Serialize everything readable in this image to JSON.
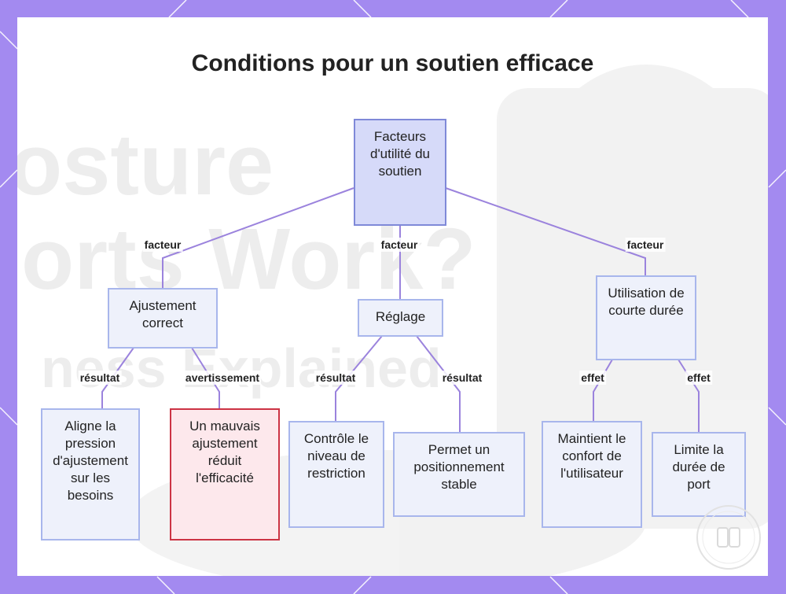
{
  "title": "Conditions pour un soutien efficace",
  "colors": {
    "frame": "#a38af0",
    "edge": "#9b83dd",
    "warning_border": "#cc3344"
  },
  "background_text": {
    "line1": "osture",
    "line2": "orts Work?",
    "line3": "ness Explained"
  },
  "nodes": {
    "root": "Facteurs d'utilité du soutien",
    "ajustement": "Ajustement correct",
    "reglage": "Réglage",
    "utilisation": "Utilisation de courte durée",
    "aligne": "Aligne la pression d'ajustement sur les besoins",
    "mauvais": "Un mauvais ajustement réduit l'efficacité",
    "controle": "Contrôle le niveau de restriction",
    "permet": "Permet un positionnement stable",
    "maintient": "Maintient le confort de l'utilisateur",
    "limite": "Limite la durée de port"
  },
  "edge_labels": {
    "root_ajustement": "facteur",
    "root_reglage": "facteur",
    "root_utilisation": "facteur",
    "ajustement_aligne": "résultat",
    "ajustement_mauvais": "avertissement",
    "reglage_controle": "résultat",
    "reglage_permet": "résultat",
    "utilisation_maintient": "effet",
    "utilisation_limite": "effet"
  }
}
